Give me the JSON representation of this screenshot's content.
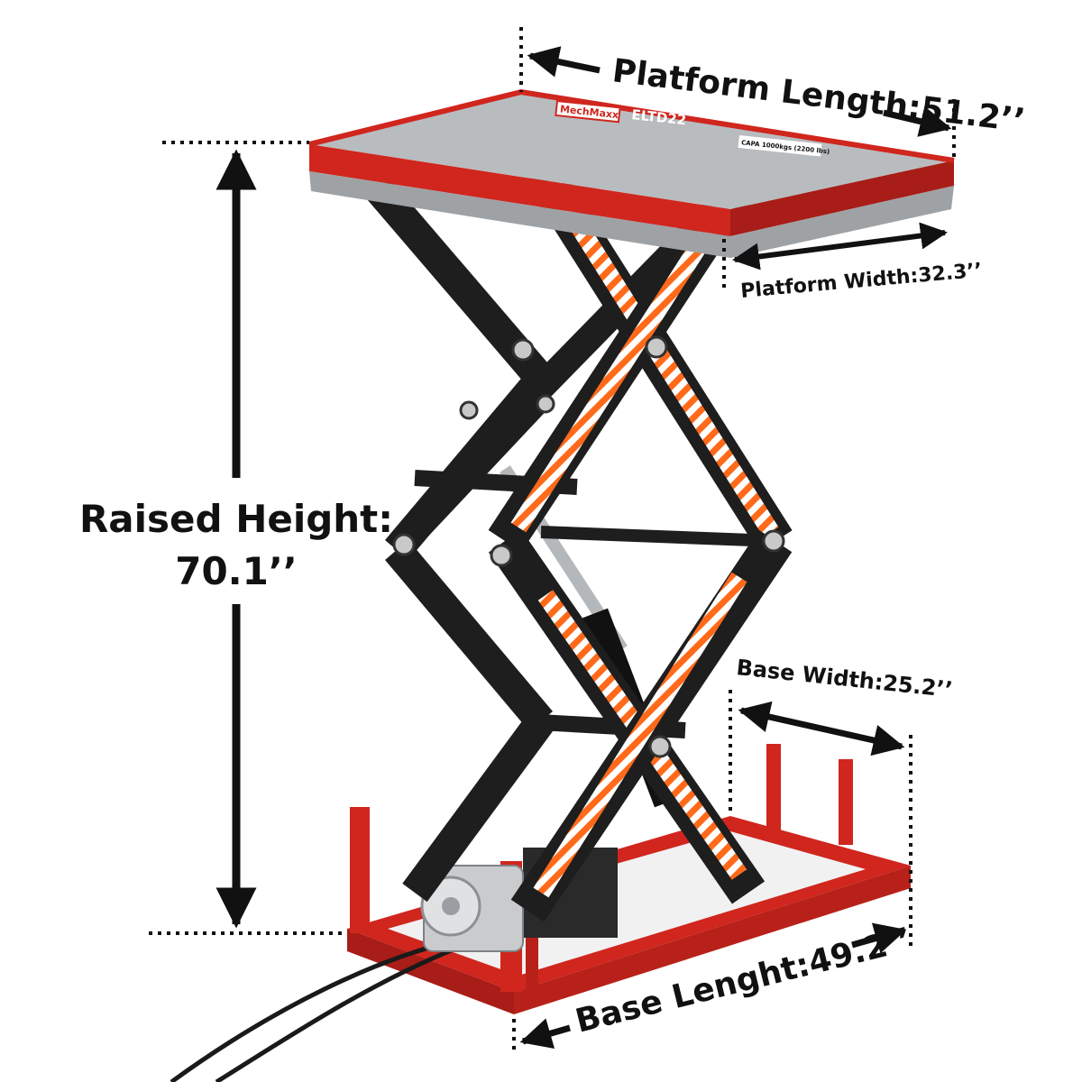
{
  "product": {
    "brand": "MechMaxx",
    "model": "ELTD22",
    "capacity_plate": "CAPA 1000kgs (2200 lbs)"
  },
  "dimensions": {
    "platform_length": "Platform Length:51.2’’",
    "platform_width": "Platform Width:32.3’’",
    "raised_height_label": "Raised Height:",
    "raised_height_value": "70.1’’",
    "base_width": "Base Width:25.2’’",
    "base_length": "Base Lenght:49.2’’"
  },
  "colors": {
    "frame_red": "#d0261e",
    "scissor_black": "#1e1e1e",
    "platform_silver": "#b8bcbf",
    "reflective_orange": "#ff6a1a",
    "label_text": "#111111"
  }
}
